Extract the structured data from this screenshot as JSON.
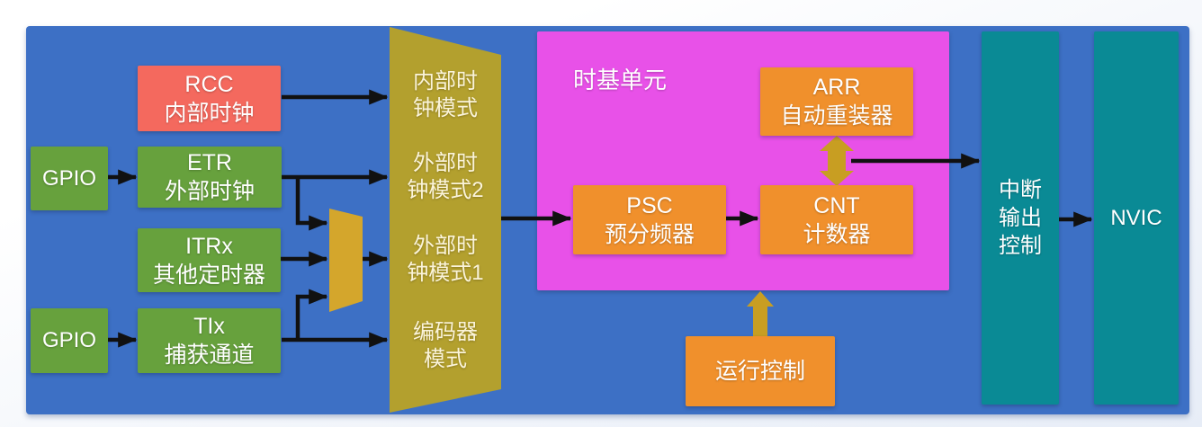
{
  "colors": {
    "canvas_blue": "#3d70c5",
    "box_green": "#67a13d",
    "box_salmon": "#f4695e",
    "box_orange": "#f0902c",
    "panel_magenta": "#e851e8",
    "trapezoid_olive": "#b3a02e",
    "mux_gold": "#d4a62c",
    "arrow_gold": "#c89e22",
    "box_teal": "#0a8a95",
    "wire_black": "#111111",
    "text_white": "#ffffff",
    "text_ivory": "#fbf4da"
  },
  "blocks": {
    "rcc": "RCC\n内部时钟",
    "gpio_top": "GPIO",
    "etr": "ETR\n外部时钟",
    "itrx": "ITRx\n其他定时器",
    "gpio_bottom": "GPIO",
    "tix": "TIx\n捕获通道",
    "clock_mode_internal": "内部时\n钟模式",
    "clock_mode_external2": "外部时\n钟模式2",
    "clock_mode_external1": "外部时\n钟模式1",
    "clock_mode_encoder": "编码器\n模式",
    "time_base_unit_label": "时基单元",
    "arr": "ARR\n自动重装器",
    "psc": "PSC\n预分频器",
    "cnt": "CNT\n计数器",
    "run_control": "运行控制",
    "interrupt_output_control": "中断\n输出\n控制",
    "nvic": "NVIC"
  }
}
